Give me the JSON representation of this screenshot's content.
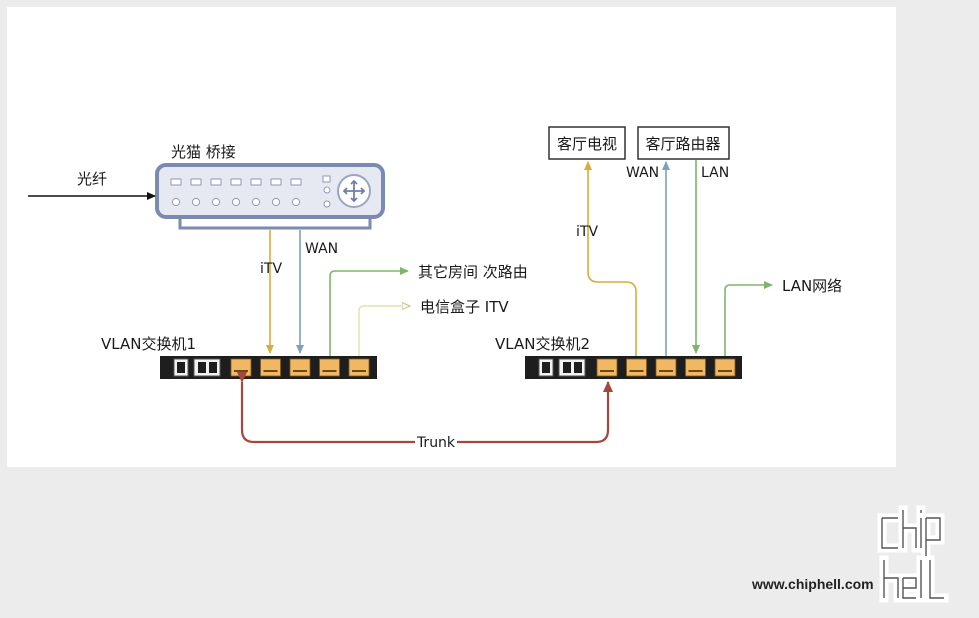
{
  "labels": {
    "fiber": "光纤",
    "modem": "光猫 桥接",
    "itv_left": "iTV",
    "wan_left": "WAN",
    "other_room": "其它房间 次路由",
    "tv_box": "电信盒子 ITV",
    "switch1": "VLAN交换机1",
    "switch2": "VLAN交换机2",
    "trunk": "Trunk",
    "living_tv": "客厅电视",
    "living_router": "客厅路由器",
    "wan_right": "WAN",
    "lan_right": "LAN",
    "itv_right": "iTV",
    "lan_network": "LAN网络"
  },
  "watermark": {
    "url": "www.chiphell.com",
    "logo": "chip hell"
  },
  "colors": {
    "itv": "#d8ac3e",
    "wan": "#7f9fc2",
    "lan": "#7fb56b",
    "tvbox": "#e8dfa8",
    "trunk": "#a5473e",
    "modem_border": "#7b8ab0",
    "modem_fill": "#e7e9f2",
    "port": "#f2b763",
    "switch_body": "#1e1e1e"
  }
}
